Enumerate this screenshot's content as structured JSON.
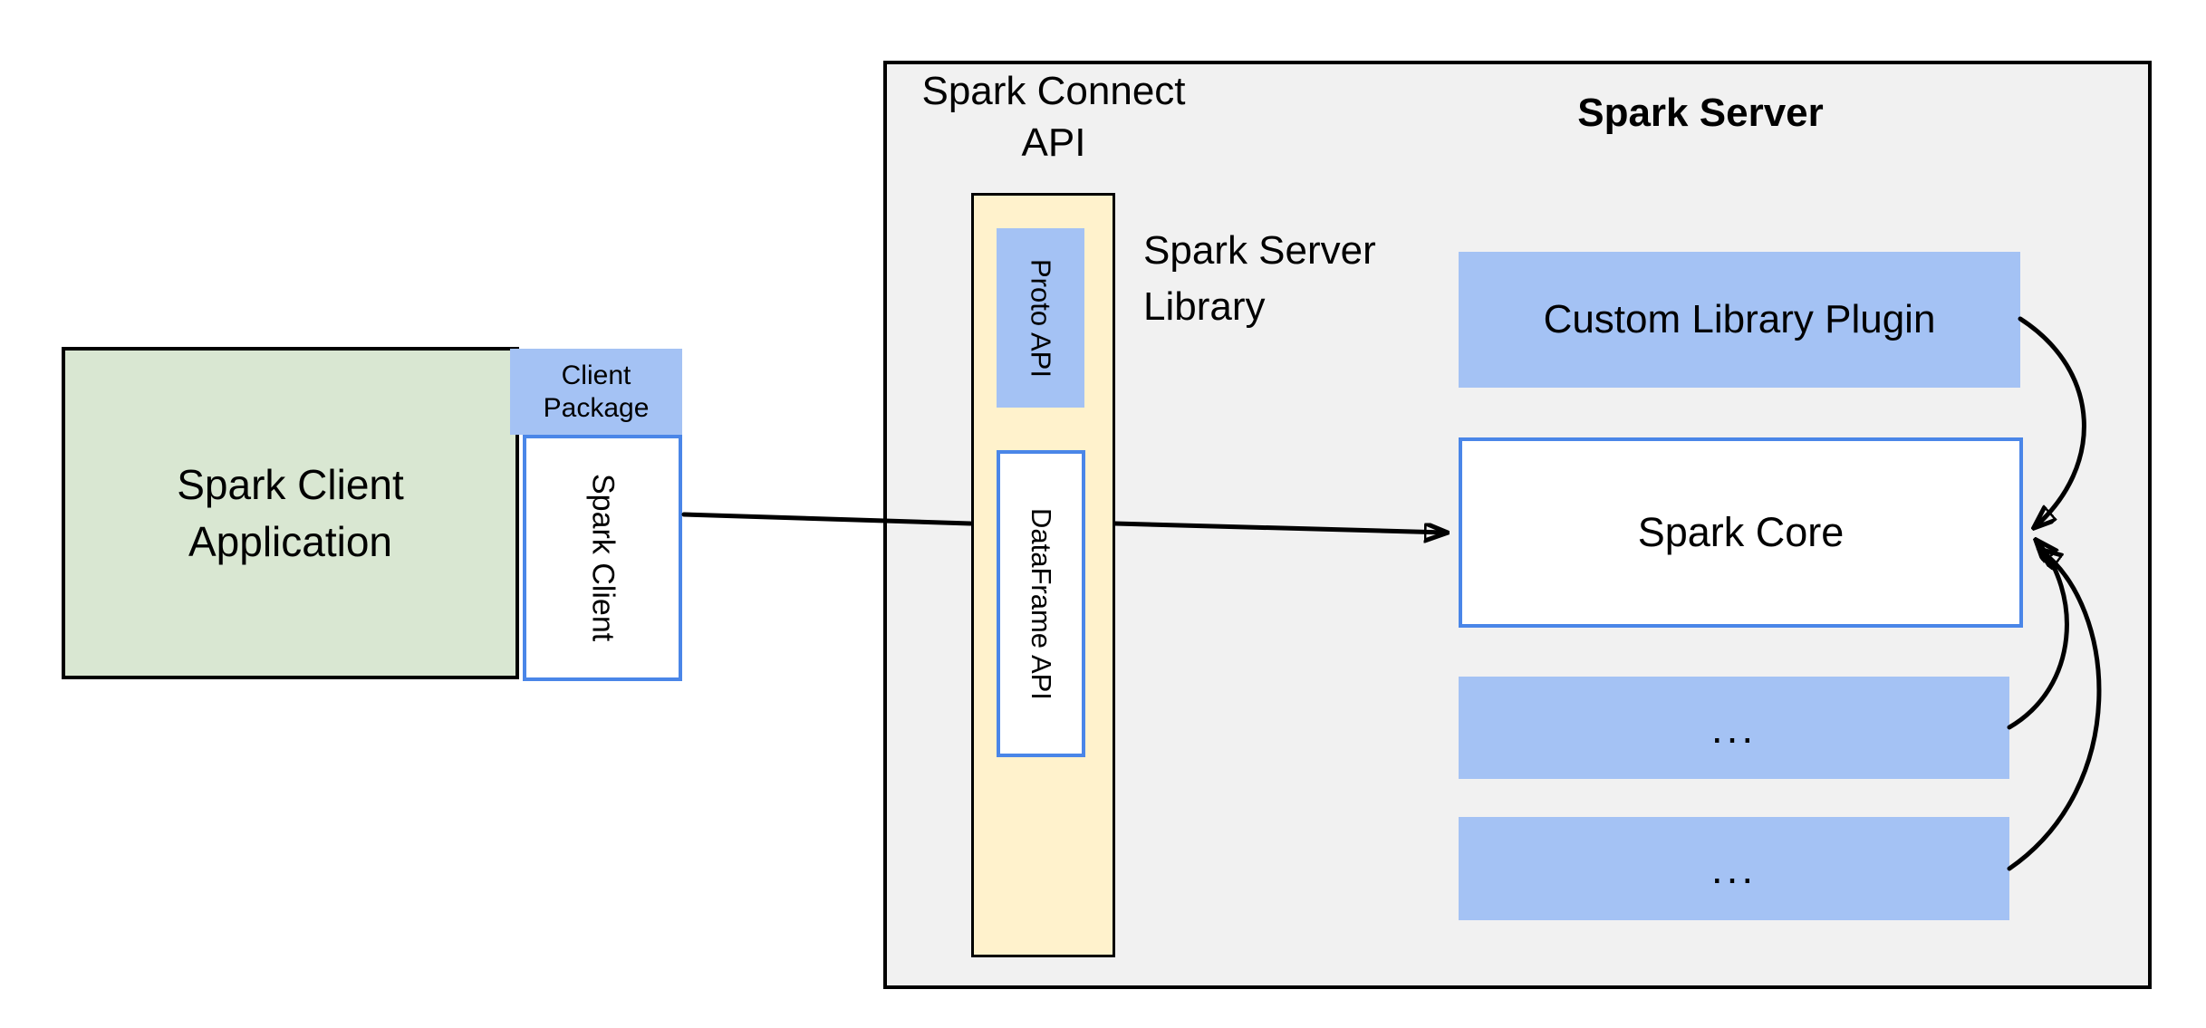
{
  "diagram": {
    "client_app": {
      "line1": "Spark Client",
      "line2": "Application"
    },
    "client_package": {
      "line1": "Client",
      "line2": "Package"
    },
    "spark_client": {
      "label": "Spark Client"
    },
    "connect_api_title": {
      "line1": "Spark Connect",
      "line2": "API"
    },
    "proto_api": {
      "label": "Proto API"
    },
    "dataframe_api": {
      "label": "DataFrame API"
    },
    "server_library_label": {
      "line1": "Spark Server",
      "line2": "Library"
    },
    "server_title": "Spark Server",
    "custom_plugin": {
      "label": "Custom Library Plugin"
    },
    "spark_core": {
      "label": "Spark Core"
    },
    "ellipsis_box_1": "...",
    "ellipsis_box_2": "..."
  },
  "colors": {
    "background": "#ffffff",
    "server_box_fill": "#f1f1f1",
    "client_app_fill": "#d9e7d2",
    "blue_fill": "#a4c2f4",
    "yellow_fill": "#fff2cc",
    "blue_border": "#4a86e8",
    "line_color": "#000000"
  }
}
